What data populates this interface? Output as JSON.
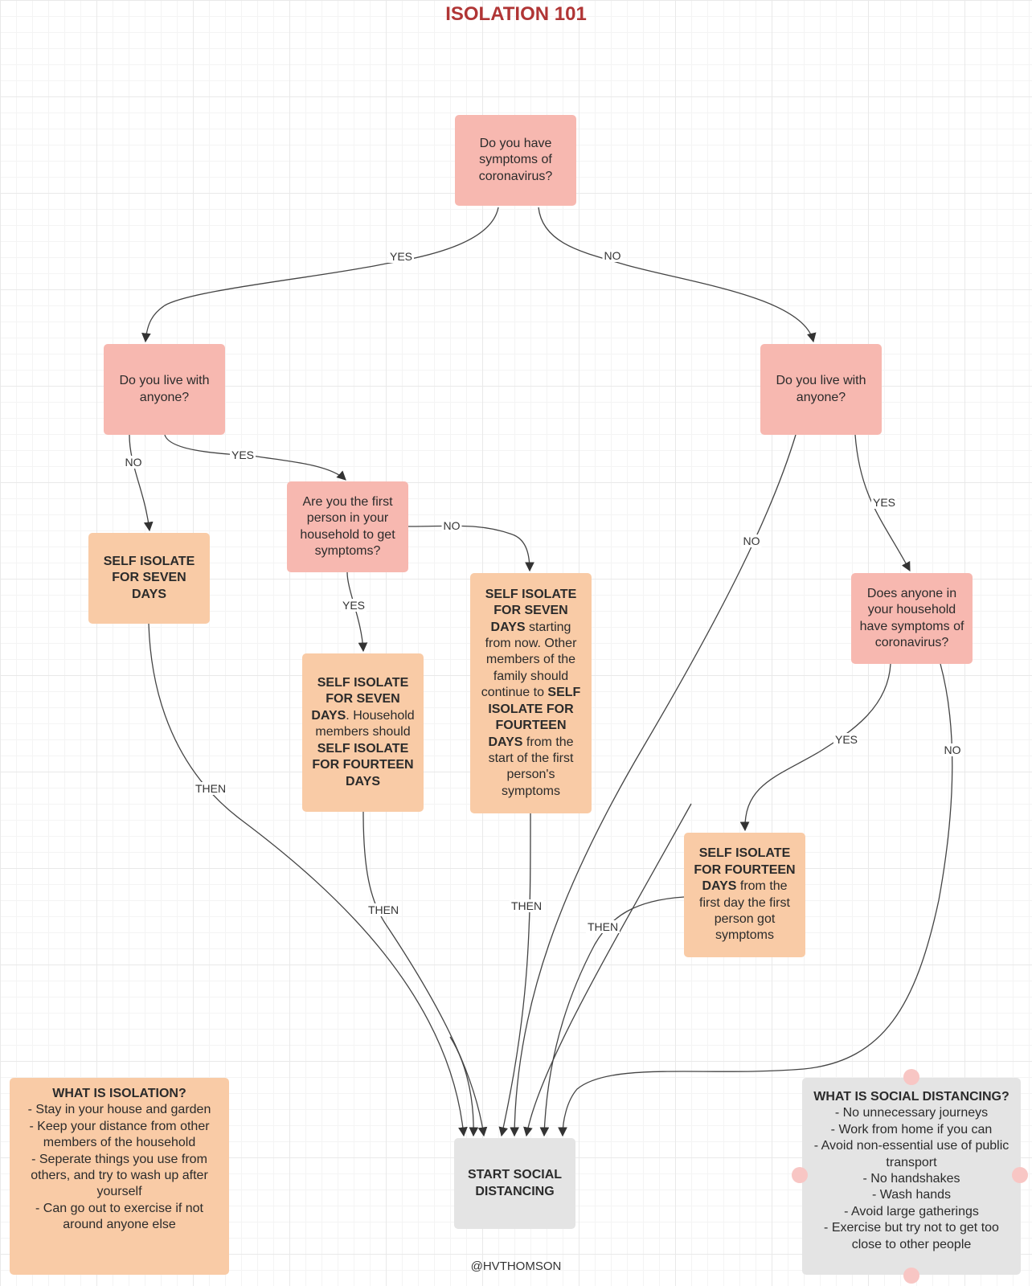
{
  "title": "ISOLATION 101",
  "credit": "@HVTHOMSON",
  "colors": {
    "question": "#f7b8b0",
    "action": "#f9cba6",
    "neutral": "#e4e4e4",
    "title": "#b03535"
  },
  "nodes": {
    "q_symptoms": [
      {
        "t": "Do you have symptoms of coronavirus?"
      }
    ],
    "q_live_left": [
      {
        "t": "Do you live with anyone?"
      }
    ],
    "q_live_right": [
      {
        "t": "Do you live with anyone?"
      }
    ],
    "q_first": [
      {
        "t": "Are you the first person in your household to get symptoms?"
      }
    ],
    "q_household": [
      {
        "t": "Does anyone in your household have symptoms of coronavirus?"
      }
    ],
    "a_seven_alone": [
      {
        "t": "SELF ISOLATE FOR SEVEN DAYS",
        "b": true
      }
    ],
    "a_seven_household": [
      {
        "t": "SELF ISOLATE FOR SEVEN DAYS",
        "b": true
      },
      {
        "t": ". Household members should "
      },
      {
        "t": "SELF ISOLATE FOR FOURTEEN DAYS",
        "b": true
      }
    ],
    "a_seven_now": [
      {
        "t": "SELF ISOLATE FOR SEVEN DAYS",
        "b": true
      },
      {
        "t": " starting from now. Other members of the family should continue to "
      },
      {
        "t": "SELF ISOLATE FOR FOURTEEN DAYS",
        "b": true
      },
      {
        "t": " from the start of the first person's symptoms"
      }
    ],
    "a_fourteen": [
      {
        "t": "SELF ISOLATE FOR FOURTEEN DAYS",
        "b": true
      },
      {
        "t": " from the first day the first person got symptoms"
      }
    ],
    "start": [
      {
        "t": "START SOCIAL DISTANCING",
        "b": true
      }
    ]
  },
  "edges": [
    {
      "label": "YES"
    },
    {
      "label": "NO"
    },
    {
      "label": "NO"
    },
    {
      "label": "YES"
    },
    {
      "label": "NO"
    },
    {
      "label": "YES"
    },
    {
      "label": "NO"
    },
    {
      "label": "YES"
    },
    {
      "label": "YES"
    },
    {
      "label": "NO"
    },
    {
      "label": "THEN"
    },
    {
      "label": "THEN"
    },
    {
      "label": "THEN"
    },
    {
      "label": "THEN"
    },
    {
      "label": ""
    },
    {
      "label": ""
    }
  ],
  "isolation_info": {
    "heading": "WHAT IS ISOLATION?",
    "items": [
      "- Stay in your house and garden",
      "- Keep your distance from other members of the household",
      "- Seperate things you use from others, and try to wash up after yourself",
      "- Can go out to exercise if not around anyone else"
    ]
  },
  "distancing_info": {
    "heading": "WHAT IS SOCIAL DISTANCING?",
    "items": [
      "- No unnecessary journeys",
      "- Work from home if you can",
      "- Avoid non-essential use of public transport",
      "- No handshakes",
      "- Wash hands",
      "- Avoid large gatherings",
      "- Exercise but try not to get too close to other people"
    ]
  }
}
